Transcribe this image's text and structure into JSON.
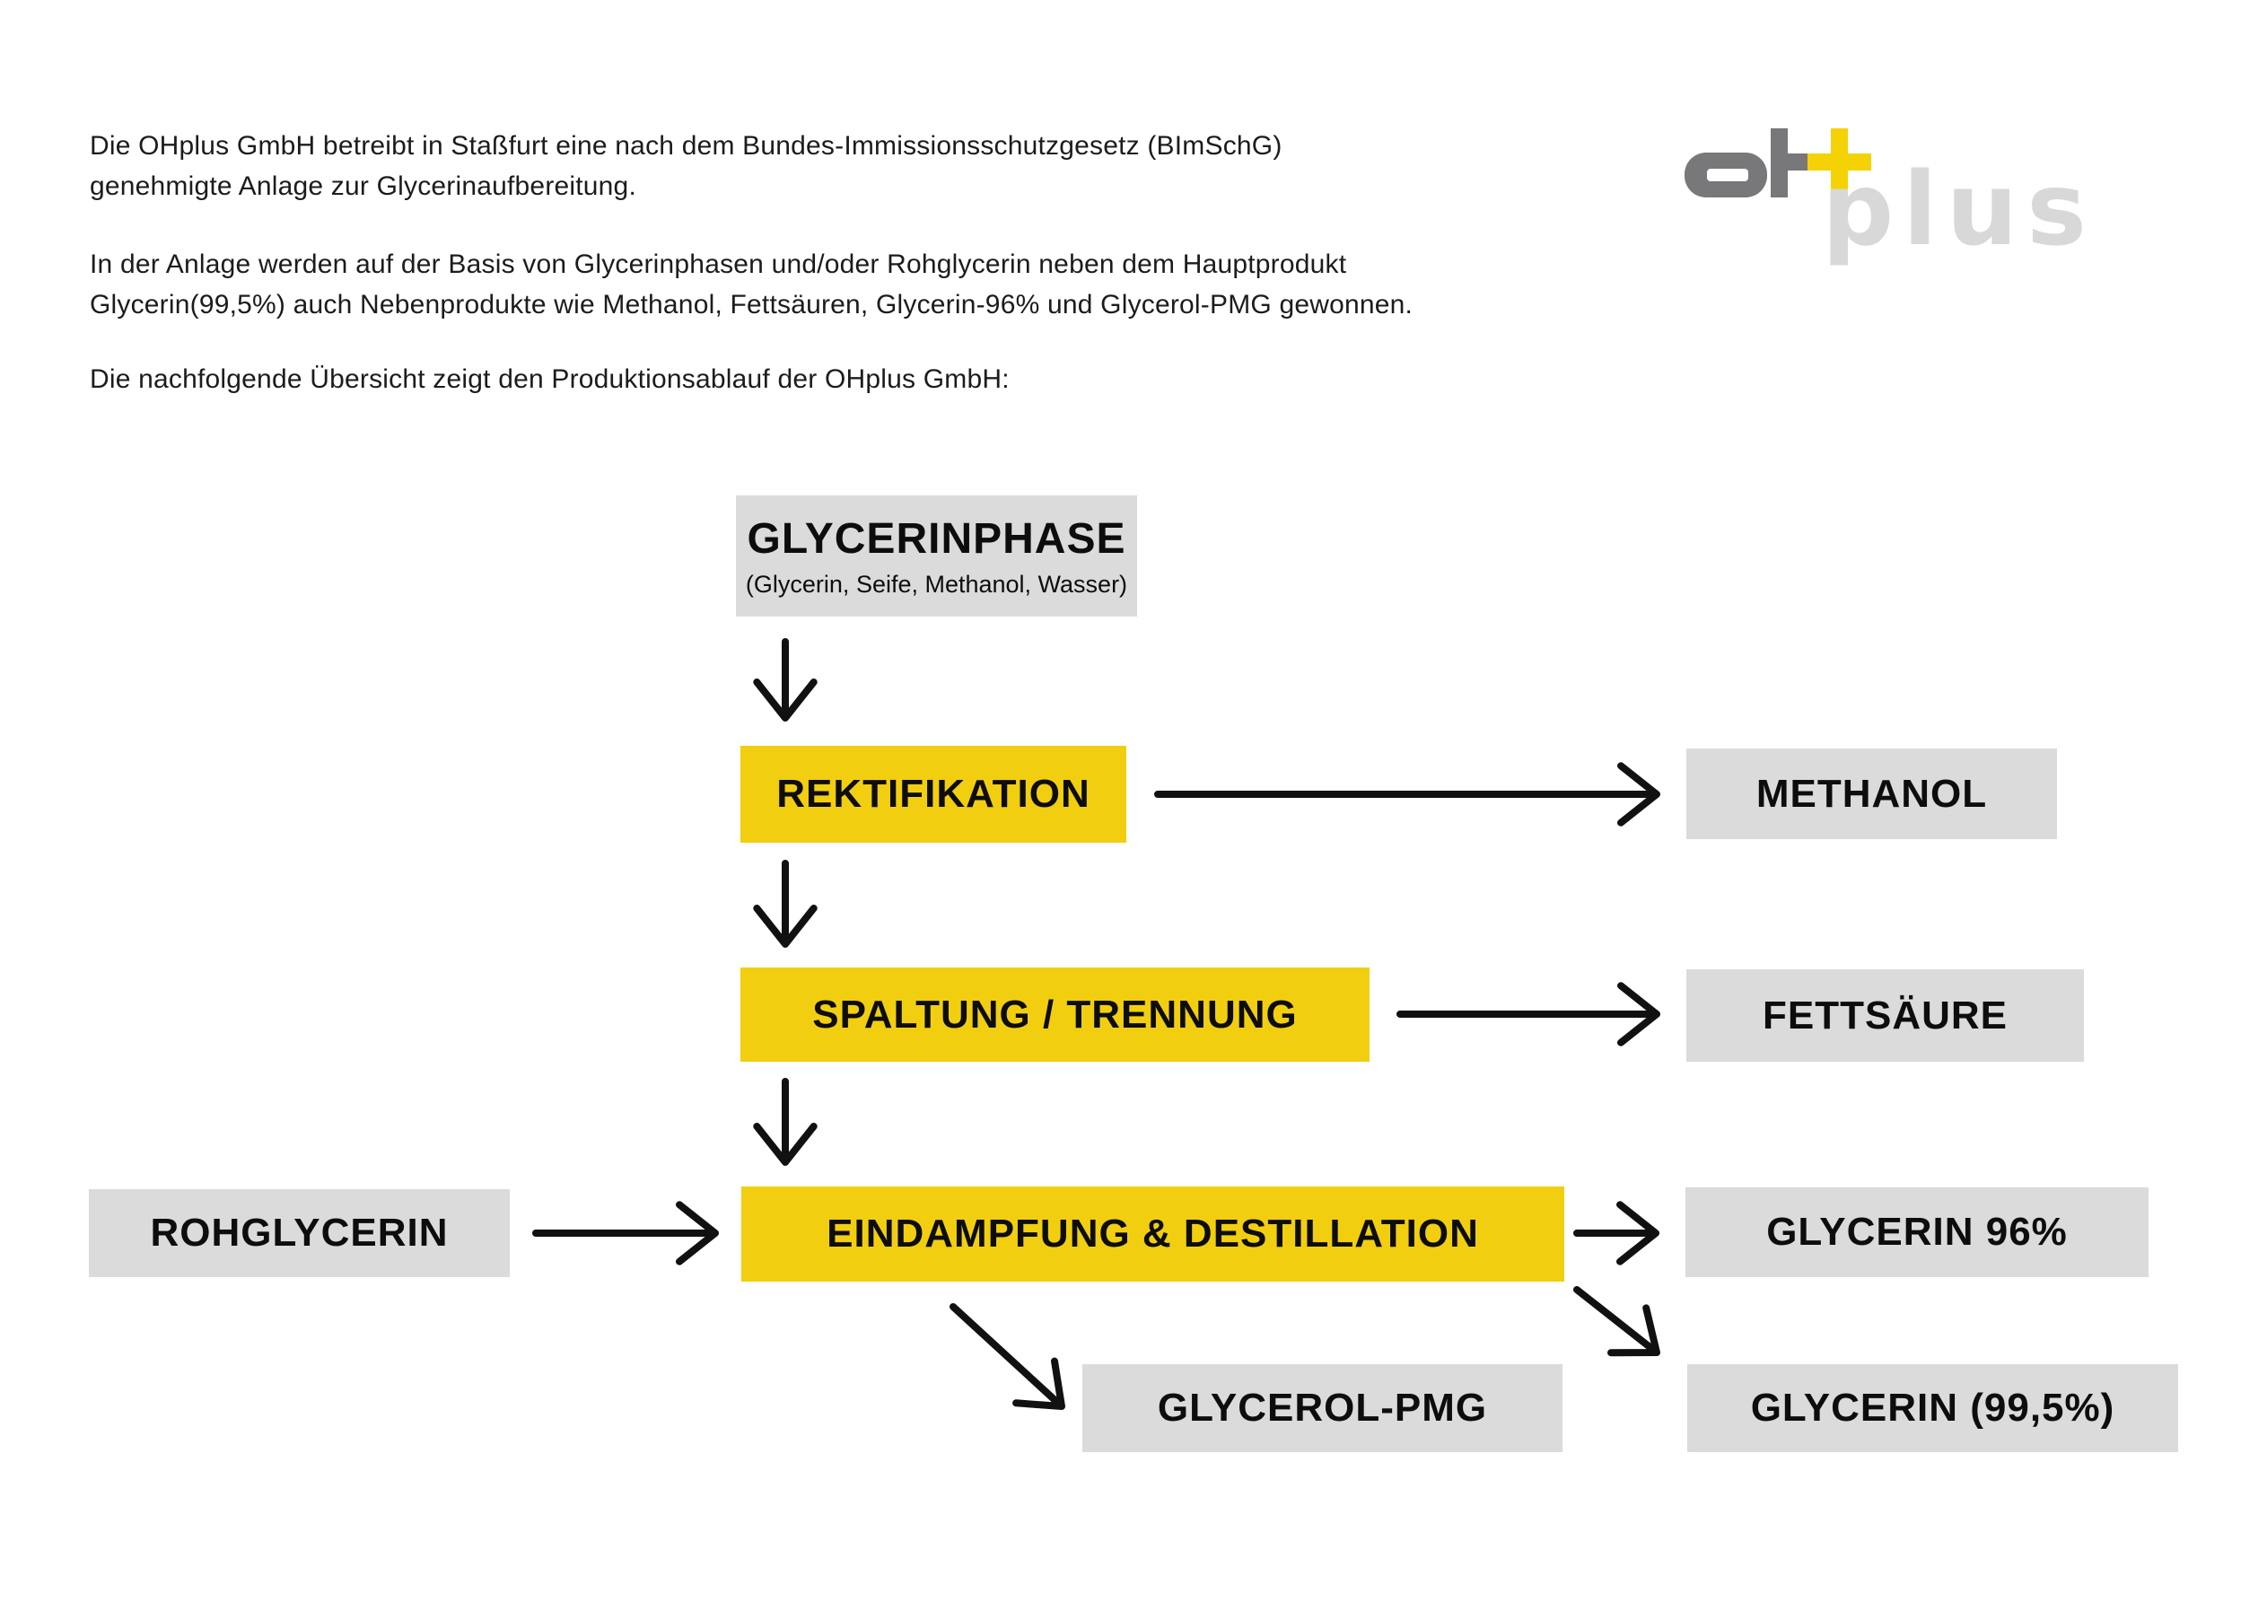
{
  "intro": {
    "p1_line1": "Die OHplus GmbH betreibt in Staßfurt eine nach dem Bundes-Immissionsschutzgesetz (BImSchG)",
    "p1_line2": "genehmigte Anlage zur Glycerinaufbereitung.",
    "p2_line1": "In der Anlage werden auf der Basis von Glycerinphasen und/oder Rohglycerin neben dem Hauptprodukt",
    "p2_line2": "Glycerin(99,5%) auch Nebenprodukte wie Methanol, Fettsäuren, Glycerin-96% und Glycerol-PMG gewonnen.",
    "p3": "Die nachfolgende Übersicht zeigt den Produktionsablauf der OHplus GmbH:"
  },
  "logo": {
    "brand_word": "plus"
  },
  "colors": {
    "process_box": "#F2CE11",
    "product_box": "#DBDBDB",
    "arrow": "#111111",
    "logo_dark_gray": "#787779",
    "logo_light_gray": "#D8D8D8",
    "logo_yellow": "#F5D206"
  },
  "flowchart": {
    "glycerinphase_title": "GLYCERINPHASE",
    "glycerinphase_subtitle": "(Glycerin, Seife, Methanol, Wasser)",
    "rektifikation": "REKTIFIKATION",
    "methanol": "METHANOL",
    "spaltung_trennung": "SPALTUNG / TRENNUNG",
    "fettsaeure": "FETTSÄURE",
    "rohglycerin": "ROHGLYCERIN",
    "eindampfung_destillation": "EINDAMPFUNG & DESTILLATION",
    "glycerin_96": "GLYCERIN 96%",
    "glycerol_pmg": "GLYCEROL-PMG",
    "glycerin_995": "GLYCERIN (99,5%)"
  }
}
